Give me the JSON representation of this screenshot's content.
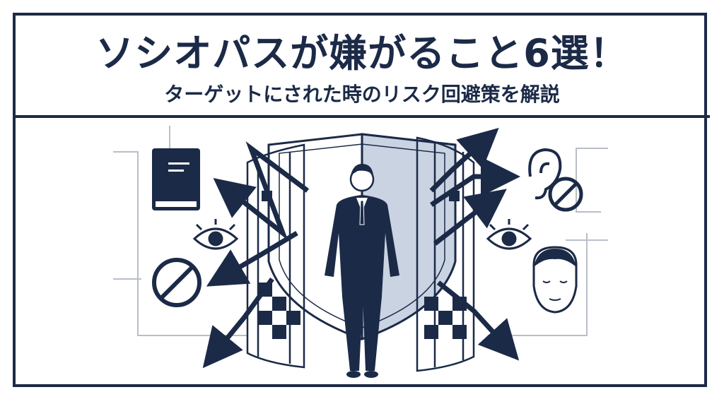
{
  "header": {
    "title": "ソシオパスが嫌がること6選！",
    "subtitle": "ターゲットにされた時のリスク回避策を解説"
  },
  "colors": {
    "primary": "#1b2a47",
    "shield_fill": "#c9d3e2",
    "grid": "#b9bec8"
  },
  "illustration": {
    "icons": [
      "book-icon",
      "eye-icon",
      "prohibited-icon",
      "ear-icon",
      "face-icon",
      "shield-icon",
      "person-in-suit",
      "arrow-icon"
    ]
  }
}
